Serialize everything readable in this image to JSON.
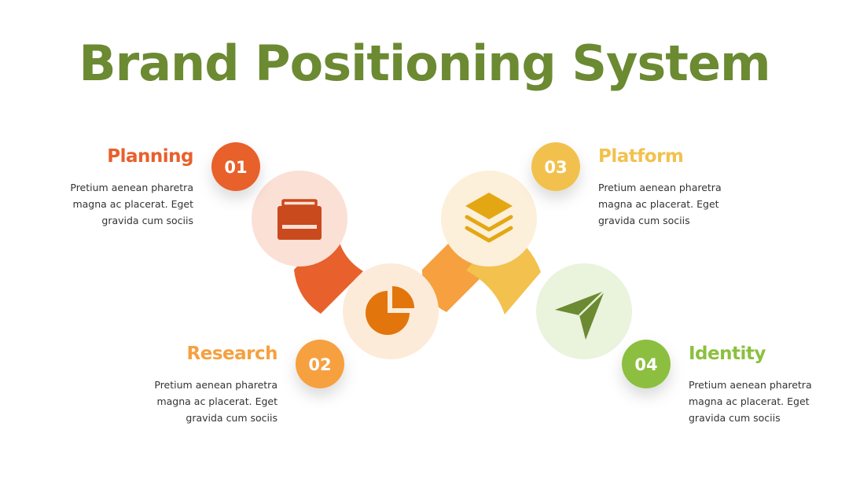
{
  "title": "Brand Positioning System",
  "colors": {
    "title": "#6b8a32",
    "step1": "#e8602c",
    "step2": "#f6a040",
    "step3": "#f2c14e",
    "step4": "#8cbf3f"
  },
  "steps": [
    {
      "number": "01",
      "heading": "Planning",
      "icon": "briefcase-icon",
      "desc": [
        "Pretium aenean pharetra",
        "magna ac placerat. Eget",
        "gravida cum sociis"
      ]
    },
    {
      "number": "02",
      "heading": "Research",
      "icon": "pie-chart-icon",
      "desc": [
        "Pretium aenean pharetra",
        "magna ac placerat. Eget",
        "gravida cum sociis"
      ]
    },
    {
      "number": "03",
      "heading": "Platform",
      "icon": "layers-icon",
      "desc": [
        "Pretium aenean pharetra",
        "magna ac placerat. Eget",
        "gravida cum sociis"
      ]
    },
    {
      "number": "04",
      "heading": "Identity",
      "icon": "paper-plane-icon",
      "desc": [
        "Pretium aenean pharetra",
        "magna ac placerat. Eget",
        "gravida cum sociis"
      ]
    }
  ]
}
